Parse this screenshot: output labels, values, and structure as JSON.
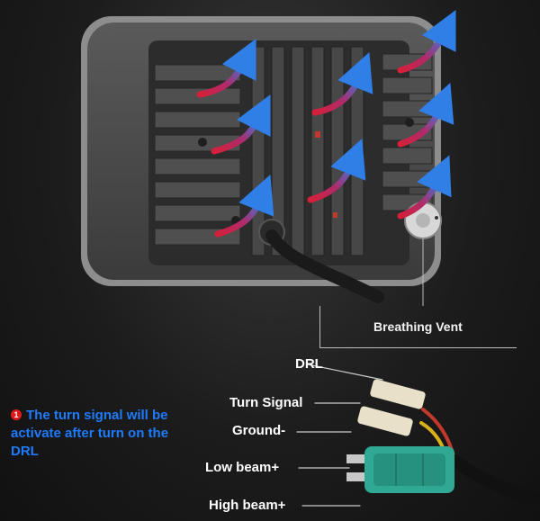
{
  "vent": {
    "label": "Breathing Vent"
  },
  "wires": {
    "drl": "DRL",
    "turn_signal": "Turn Signal",
    "ground": "Ground-",
    "low_beam": "Low beam+",
    "high_beam": "High beam+"
  },
  "note": {
    "badge": "1",
    "text": "The turn signal will be activate after turn on the DRL"
  },
  "colors": {
    "note_text": "#1e7bff",
    "badge": "#e01a1a",
    "connector": "#2fa894",
    "arrow_blue": "#2f7fe6",
    "arrow_red": "#d6203a"
  }
}
